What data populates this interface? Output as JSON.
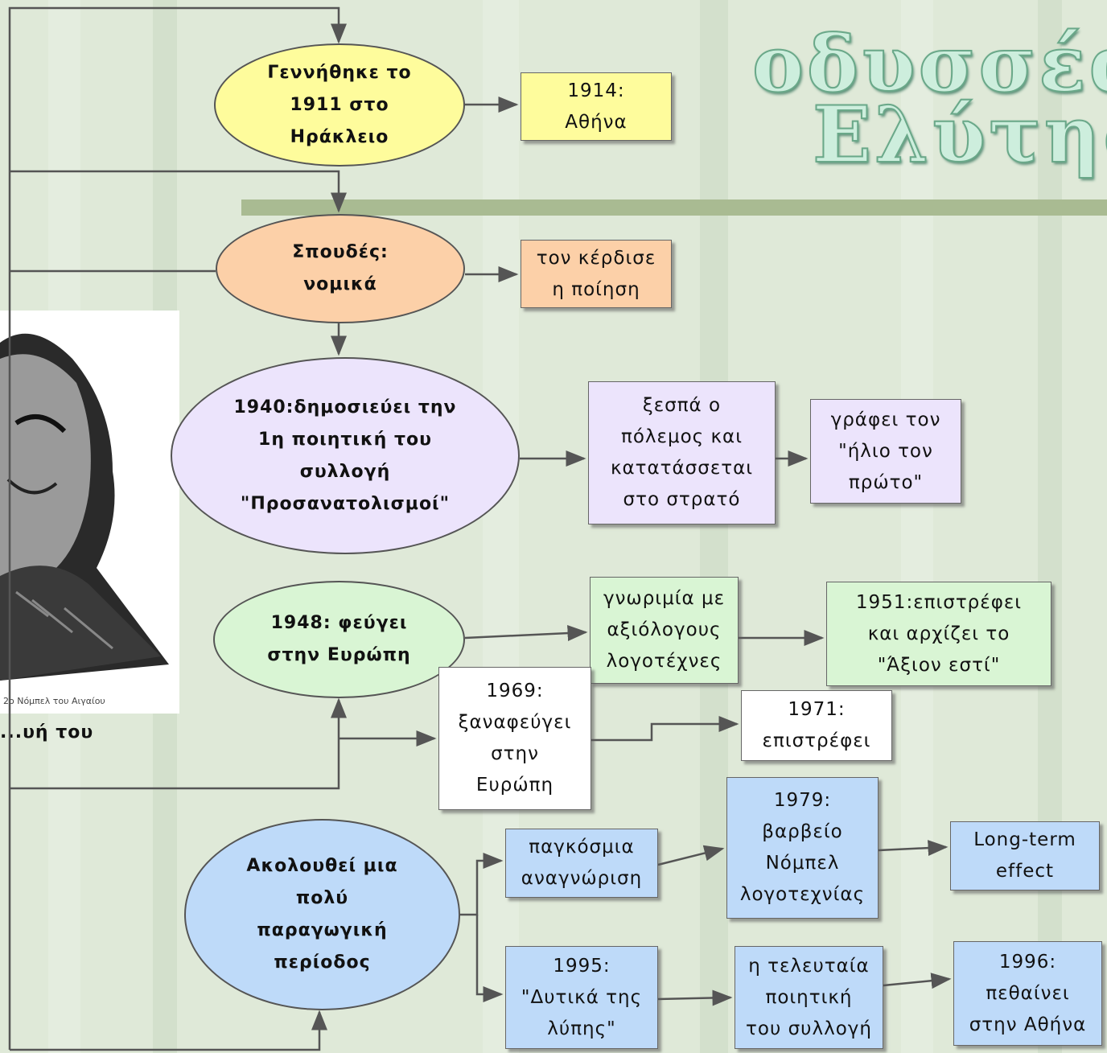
{
  "title": {
    "line1": "οδυσσέα",
    "line2": "Ελύτης"
  },
  "photo": {
    "caption": "...υή του",
    "inscription": "2ο Νόμπελ του Αιγαίου"
  },
  "nodes": {
    "born": "Γεννήθηκε το\n1911 στο\nΗράκλειο",
    "athens_1914": "1914:\nΑθήνα",
    "studies": "Σπουδές:\nνομικά",
    "poetry_won": "τον κέρδισε\nη ποίηση",
    "publish_1940": "1940:δημοσιεύει την\n1η ποιητική του\nσυλλογή\n\"Προσανατολισμοί\"",
    "war": "ξεσπά ο\nπόλεμος και\nκατατάσσεται\nστο στρατό",
    "sun": "γράφει τον\n\"ήλιο τον\nπρώτο\"",
    "europe_1948": "1948: φεύγει\nστην Ευρώπη",
    "acquaintance": "γνωριμία με\nαξιόλογους\nλογοτέχνες",
    "return_1951": "1951:επιστρέφει\nκαι αρχίζει το\n\"Άξιον εστί\"",
    "europe_1969": "1969:\nξαναφεύγει\nστην\nΕυρώπη",
    "return_1971": "1971:\nεπιστρέφει",
    "productive": "Ακολουθεί μια\nπολύ\nπαραγωγική\nπερίοδος",
    "recognition": "παγκόσμια\nαναγνώριση",
    "nobel_1979": "1979:\nβαρβείο\nΝόμπελ\nλογοτεχνίας",
    "long_term": "Long-term\neffect",
    "dytika_1995": "1995:\n\"Δυτικά της\nλύπης\"",
    "last_collection": "η τελευταία\nποιητική\nτου συλλογή",
    "death_1996": "1996:\nπεθαίνει\nστην Αθήνα"
  },
  "colors": {
    "yellow": "#fefc9c",
    "orange": "#fcd0a8",
    "lilac": "#ece4fc",
    "green": "#d9f5d4",
    "white": "#ffffff",
    "blue": "#bedaf9",
    "connector": "#555555",
    "title": "#cdeedd"
  }
}
